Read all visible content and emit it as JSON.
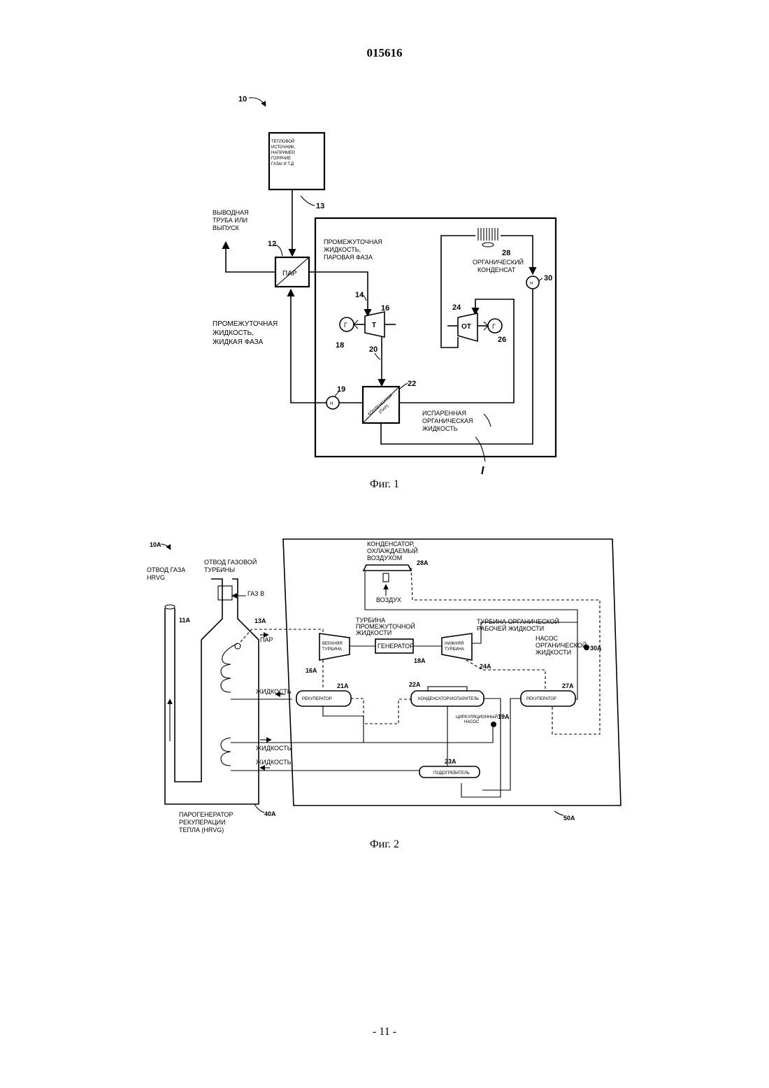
{
  "header": {
    "patent_number": "015616"
  },
  "footer": {
    "page_number": "- 11 -"
  },
  "figure1": {
    "caption": "Фиг. 1",
    "refs": {
      "r10": "10",
      "r13": "13",
      "r12": "12",
      "r14": "14",
      "r16": "16",
      "r18": "18",
      "r20": "20",
      "r19": "19",
      "r22": "22",
      "r24": "24",
      "r26": "26",
      "r28": "28",
      "r30": "30",
      "rI": "I"
    },
    "heat_source_lines": [
      "ТЕПЛОВОЙ",
      "ИСТОЧНИК,",
      "НАПРИМЕР,",
      "ГОРЯЧИЕ",
      "ГАЗЫ И Т.Д"
    ],
    "exhaust_lines": [
      "ВЫВОДНАЯ",
      "ТРУБА ИЛИ",
      "ВЫПУСК"
    ],
    "vapor_phase_lines": [
      "ПРОМЕЖУТОЧНАЯ",
      "ЖИДКОСТЬ,",
      "ПАРОВАЯ ФАЗА"
    ],
    "liquid_phase_lines": [
      "ПРОМЕЖУТОЧНАЯ",
      "ЖИДКОСТЬ,",
      "ЖИДКАЯ ФАЗА"
    ],
    "condensate_lines": [
      "ОРГАНИЧЕСКИЙ",
      "КОНДЕНСАТ"
    ],
    "evaporated_lines": [
      "ИСПАРЕННАЯ",
      "ОРГАНИЧЕСКАЯ",
      "ЖИДКОСТЬ"
    ],
    "steam_box": "ПАР",
    "turbine_T": "T",
    "turbine_OT": "ОТ",
    "generator": "Г",
    "pump": "Н",
    "condenser_lines": [
      "КОНДЕНСАТОР",
      "(ПАР)"
    ]
  },
  "figure2": {
    "caption": "Фиг. 2",
    "refs": {
      "r10A": "10A",
      "r11A": "11A",
      "r13A": "13A",
      "r16A": "16A",
      "r18A": "18A",
      "r19A": "19A",
      "r21A": "21A",
      "r22A": "22A",
      "r23A": "23A",
      "r24A": "24A",
      "r27A": "27A",
      "r28A": "28A",
      "r30A": "30A",
      "r40A": "40A",
      "r50A": "50A"
    },
    "hrvg_exhaust_lines": [
      "ОТВОД ГАЗА",
      "HRVG"
    ],
    "gas_turbine_lines": [
      "ОТВОД ГАЗОВОЙ",
      "ТУРБИНЫ"
    ],
    "gas_in": "ГАЗ В",
    "steam": "ПАР",
    "liquid": "ЖИДКОСТЬ",
    "condenser_lines": [
      "КОНДЕНСАТОР,",
      "ОХЛАЖДАЕМЫЙ",
      "ВОЗДУХОМ"
    ],
    "air": "ВОЗДУХ",
    "intermediate_turbine_lines": [
      "ТУРБИНА",
      "ПРОМЕЖУТОЧНОЙ",
      "ЖИДКОСТИ"
    ],
    "organic_turbine_lines": [
      "ТУРБИНА ОРГАНИЧЕСКОЙ",
      "РАБОЧЕЙ ЖИДКОСТИ"
    ],
    "organic_pump_lines": [
      "НАСОС",
      "ОРГАНИЧЕСКОЙ",
      "ЖИДКОСТИ"
    ],
    "upper_turbine_lines": [
      "ВЕРХНЯЯ",
      "ТУРБИНА"
    ],
    "lower_turbine_lines": [
      "НИЖНЯЯ",
      "ТУРБИНА"
    ],
    "generator": "ГЕНЕРАТОР",
    "recuperator": "РЕКУПЕРАТОР",
    "condenser_evaporator": "КОНДЕНСАТОР/ИСПАРИТЕЛЬ",
    "circulation_pump_lines": [
      "ЦИРКУЛЯЦИОННЫЙ",
      "НАСОС"
    ],
    "heater": "ПОДОГРЕВАТЕЛЬ",
    "hrvg_lines": [
      "ПАРОГЕНЕРАТОР",
      "РЕКУПЕРАЦИИ",
      "ТЕПЛА (HRVG)"
    ]
  }
}
